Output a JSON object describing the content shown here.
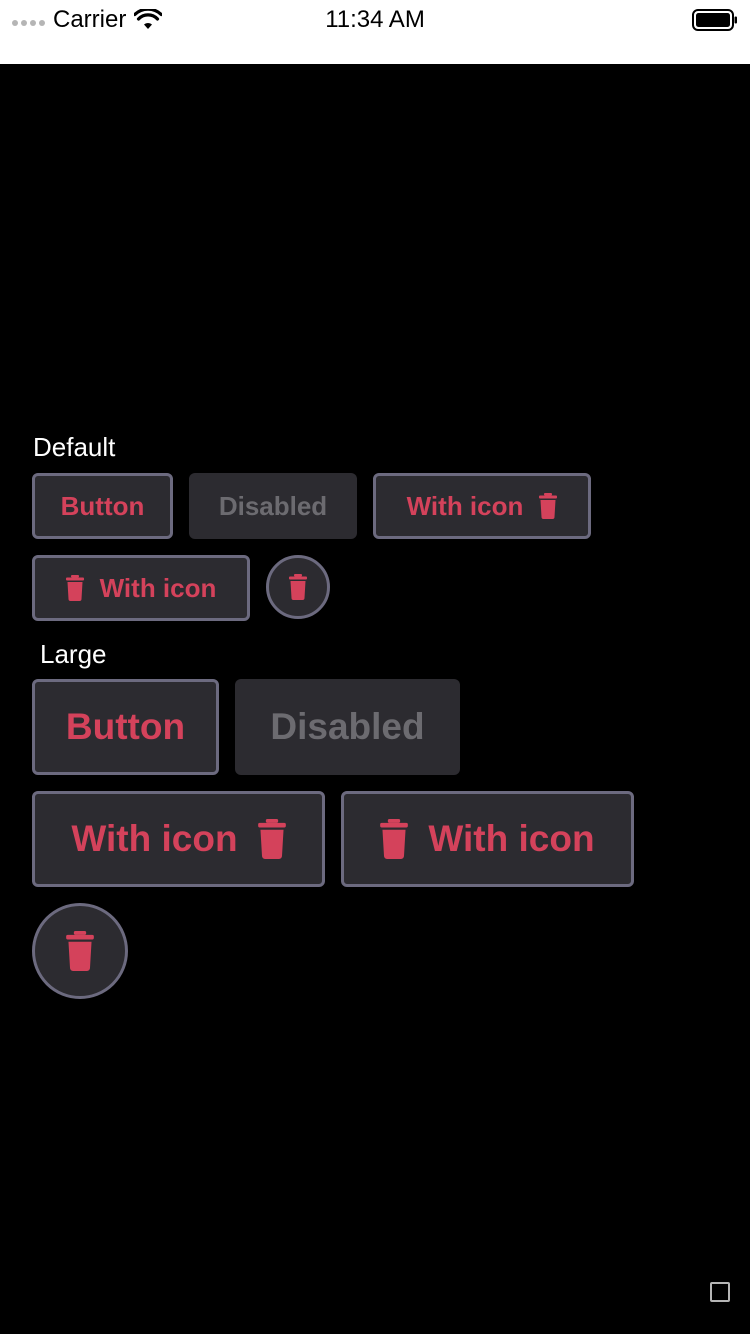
{
  "status_bar": {
    "carrier": "Carrier",
    "time": "11:34 AM"
  },
  "colors": {
    "background": "#000000",
    "button_bg": "#2c2b30",
    "button_border": "#6c6a7f",
    "accent": "#d4425b",
    "disabled_text": "#6c6b70"
  },
  "sections": {
    "default": {
      "label": "Default",
      "button_label": "Button",
      "disabled_label": "Disabled",
      "with_icon_right_label": "With icon",
      "with_icon_left_label": "With icon"
    },
    "large": {
      "label": "Large",
      "button_label": "Button",
      "disabled_label": "Disabled",
      "with_icon_right_label": "With icon",
      "with_icon_left_label": "With icon"
    }
  },
  "icons": {
    "button_icon": "trash-icon"
  }
}
